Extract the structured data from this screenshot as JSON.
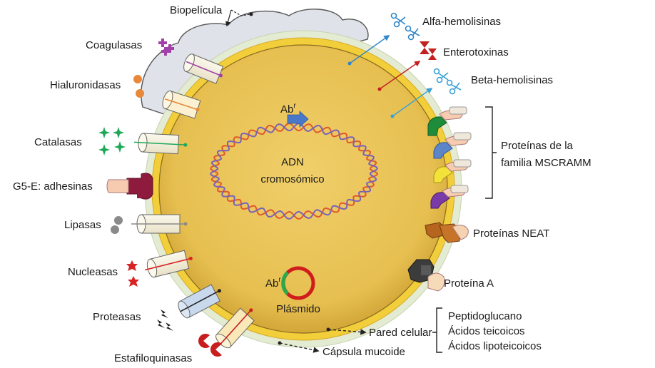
{
  "labels": {
    "biofilm": "Biopelícula",
    "coagulases": "Coagulasas",
    "hyaluronidases": "Hialuronidasas",
    "catalases": "Catalasas",
    "adhesins": "G5-E: adhesinas",
    "lipases": "Lipasas",
    "nucleases": "Nucleasas",
    "proteases": "Proteasas",
    "staphylokinases": "Estafiloquinasas",
    "alpha_hemolysins": "Alfa-hemolisinas",
    "enterotoxins": "Enterotoxinas",
    "beta_hemolysins": "Beta-hemolisinas",
    "mscramm_line1": "Proteínas de la",
    "mscramm_line2": "familia MSCRAMM",
    "neat_proteins": "Proteínas NEAT",
    "protein_a": "Proteína A",
    "dna_line1": "ADN",
    "dna_line2": "cromosómico",
    "ab_resistance": "Ab",
    "ab_superscript": "r",
    "plasmid": "Plásmido",
    "cell_wall": "Pared celular",
    "wall_component_1": "Peptidoglucano",
    "wall_component_2": "Ácidos teicoicos",
    "wall_component_3": "Ácidos lipoteicoicos",
    "mucoid_capsule": "Cápsula mucoide"
  },
  "colors": {
    "cytoplasm": "#e8c45a",
    "cell_wall": "#f2cf3a",
    "capsule": "#e3ebd2",
    "biofilm": "#dfe2e8",
    "dna_strand_1": "#e05a2b",
    "dna_strand_2": "#7a62b8",
    "resistance_arrow": "#4a78c8",
    "plasmid_red": "#d01c1c",
    "plasmid_green": "#2aa84a",
    "coagulase": "#a040a8",
    "hyaluronidase": "#e8883a",
    "catalase": "#1fa85a",
    "lipase": "#8a8a8a",
    "nuclease": "#d92323",
    "staphylokinase": "#c81e1e",
    "alpha_hemolysin": "#2f86c8",
    "enterotoxin": "#c42020",
    "beta_hemolysin": "#3aa0d8"
  },
  "icons": {
    "coagulase": "plus-cluster-icon",
    "hyaluronidase": "dots-icon",
    "catalase": "star-icon",
    "lipase": "dots-icon",
    "nuclease": "burst-star-icon",
    "protease": "lightning-icon",
    "staphylokinase": "pacman-icon",
    "alpha_hemolysin": "scissors-icon",
    "enterotoxin": "hourglass-icon",
    "beta_hemolysin": "scissors-icon"
  }
}
